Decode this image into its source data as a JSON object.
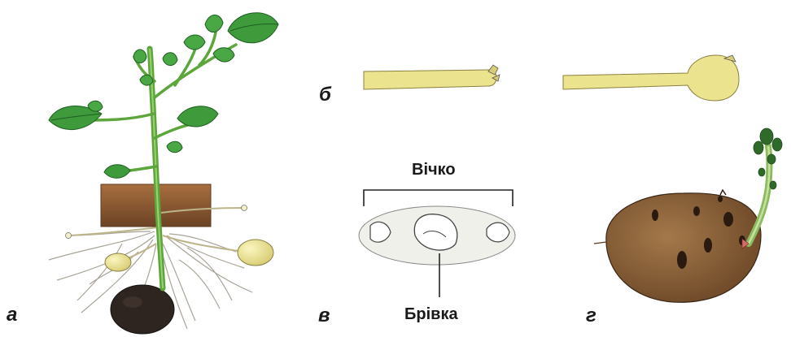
{
  "panels": {
    "a": {
      "label": "а"
    },
    "b": {
      "label": "б"
    },
    "v": {
      "label": "в",
      "top_caption": "Вічко",
      "bottom_caption": "Брівка"
    },
    "g": {
      "label": "г"
    }
  },
  "colors": {
    "leaf": "#3e9a3a",
    "leaf_dark": "#1f5e22",
    "stem": "#6db347",
    "soil": "#8a5a34",
    "root": "#c9c4b4",
    "stolon": "#efe9b0",
    "tuber_young": "#ece38f",
    "tuber_old": "#8c6036",
    "tuber_dark": "#2c211b",
    "eye_fill": "#f0f0ea",
    "outline": "#222222"
  }
}
